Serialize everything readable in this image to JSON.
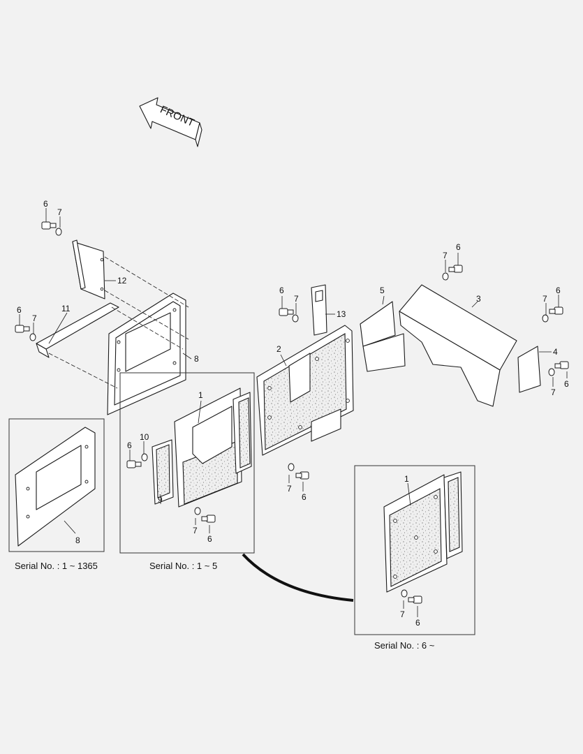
{
  "front_label": "FRONT",
  "captions": {
    "left": "Serial No. : 1 ~ 1365",
    "middle": "Serial No. : 1 ~ 5",
    "right": "Serial No. : 6 ~"
  },
  "callouts": {
    "n1": "1",
    "n2": "2",
    "n3": "3",
    "n4": "4",
    "n5": "5",
    "n6": "6",
    "n7": "7",
    "n8": "8",
    "n9": "9",
    "n10": "10",
    "n11": "11",
    "n12": "12",
    "n13": "13"
  }
}
